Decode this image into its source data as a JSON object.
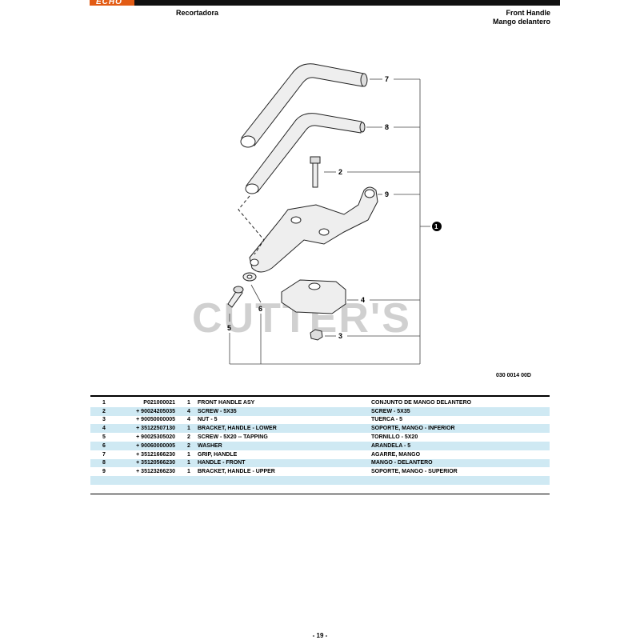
{
  "header": {
    "logo_text": "ECHO",
    "left_title": "Recortadora",
    "right_title_en": "Front Handle",
    "right_title_es": "Mango delantero"
  },
  "diagram": {
    "callouts": [
      "7",
      "8",
      "2",
      "9",
      "1",
      "4",
      "6",
      "5",
      "3"
    ],
    "figure_code": "030 0014 00D",
    "watermark": "CUTTER'S"
  },
  "parts": {
    "rows": [
      {
        "no": "1",
        "pn": "P021000021",
        "qty": "1",
        "en": "FRONT HANDLE ASY",
        "es": "CONJUNTO DE MANGO DELANTERO",
        "hl": false
      },
      {
        "no": "2",
        "pn": "+ 90024205035",
        "qty": "4",
        "en": "SCREW - 5X35",
        "es": "SCREW - 5X35",
        "hl": true
      },
      {
        "no": "3",
        "pn": "+ 90050000005",
        "qty": "4",
        "en": "NUT - 5",
        "es": "TUERCA - 5",
        "hl": false
      },
      {
        "no": "4",
        "pn": "+ 35122507130",
        "qty": "1",
        "en": "BRACKET, HANDLE - LOWER",
        "es": "SOPORTE, MANGO - INFERIOR",
        "hl": true
      },
      {
        "no": "5",
        "pn": "+ 90025305020",
        "qty": "2",
        "en": "SCREW - 5X20 -- TAPPING",
        "es": "TORNILLO - 5X20",
        "hl": false
      },
      {
        "no": "6",
        "pn": "+ 90060000005",
        "qty": "2",
        "en": "WASHER",
        "es": "ARANDELA - 5",
        "hl": true
      },
      {
        "no": "7",
        "pn": "+ 35121666230",
        "qty": "1",
        "en": "GRIP, HANDLE",
        "es": "AGARRE, MANGO",
        "hl": false
      },
      {
        "no": "8",
        "pn": "+ 35120566230",
        "qty": "1",
        "en": "HANDLE - FRONT",
        "es": "MANGO - DELANTERO",
        "hl": true
      },
      {
        "no": "9",
        "pn": "+ 35123266230",
        "qty": "1",
        "en": "BRACKET, HANDLE - UPPER",
        "es": "SOPORTE, MANGO - SUPERIOR",
        "hl": false
      },
      {
        "no": "",
        "pn": "",
        "qty": "",
        "en": "",
        "es": "",
        "hl": true
      }
    ]
  },
  "footer": {
    "page": "- 19 -"
  }
}
